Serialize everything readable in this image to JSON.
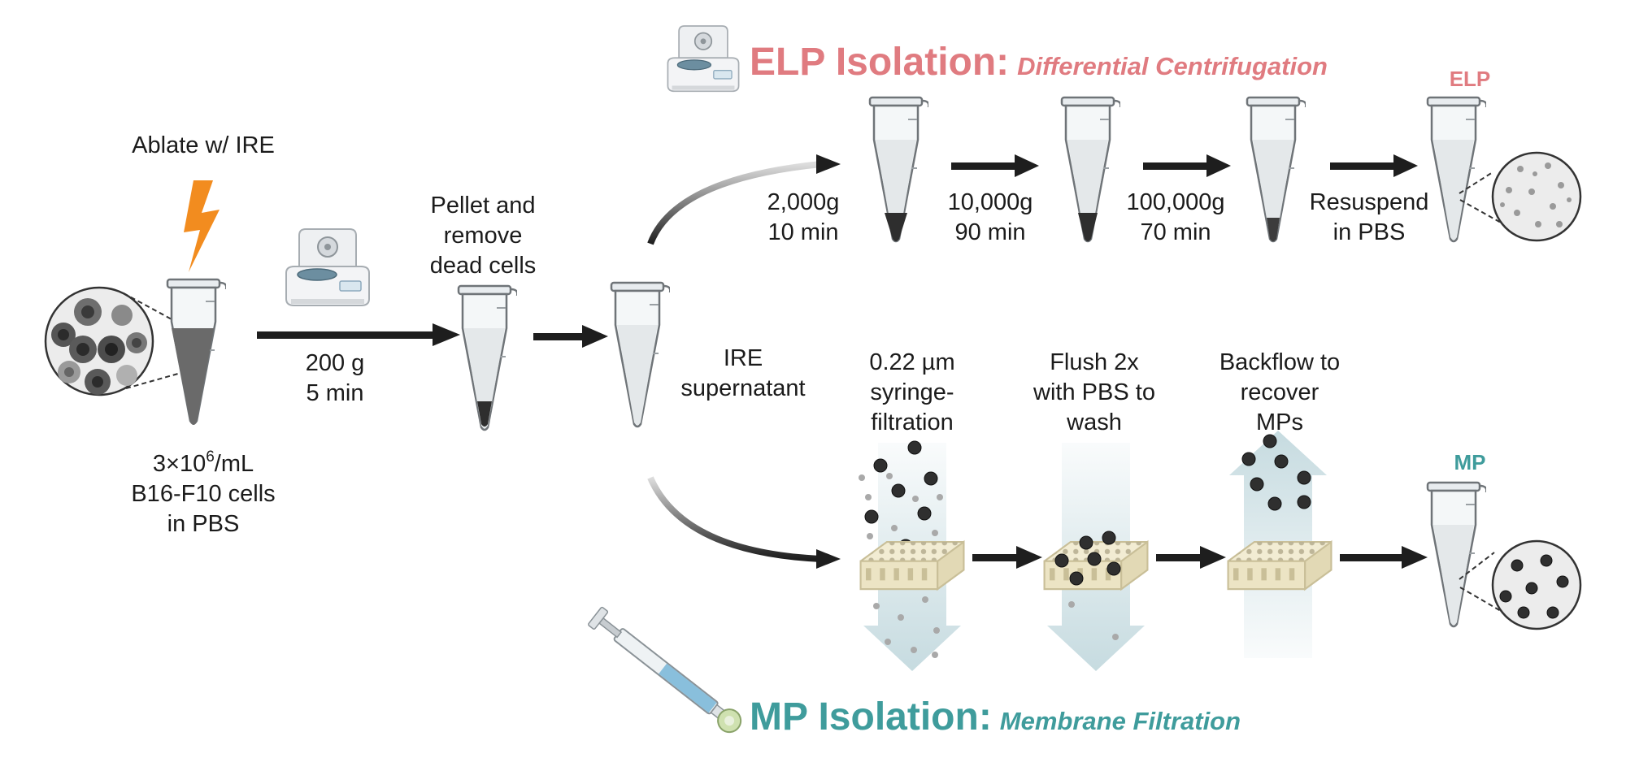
{
  "colors": {
    "elp": "#e07b80",
    "mp": "#3f9c9c",
    "bolt": "#f28c1f",
    "arrow": "#1e1e1e",
    "flow": "#c6dbe0",
    "membrane": "#e9e2c6"
  },
  "icons": [
    "centrifuge-icon",
    "lightning-bolt-icon",
    "syringe-icon",
    "microcentrifuge-tube-icon",
    "filter-membrane-icon"
  ],
  "ablate": {
    "label": "Ablate w/ IRE"
  },
  "start": {
    "line1_pre": "3×10",
    "line1_sup": "6",
    "line1_post": "/mL",
    "line2": "B16-F10 cells",
    "line3": "in PBS"
  },
  "spin1": {
    "line1": "200 g",
    "line2": "5 min"
  },
  "pellet": {
    "line1": "Pellet and",
    "line2": "remove",
    "line3": "dead cells"
  },
  "supernatant": {
    "line1": "IRE",
    "line2": "supernatant"
  },
  "elp": {
    "title": "ELP Isolation:",
    "subtitle": "Differential Centrifugation",
    "tag": "ELP",
    "steps": [
      {
        "line1": "2,000g",
        "line2": "10 min"
      },
      {
        "line1": "10,000g",
        "line2": "90 min"
      },
      {
        "line1": "100,000g",
        "line2": "70 min"
      },
      {
        "line1": "Resuspend",
        "line2": "in PBS"
      }
    ]
  },
  "mp": {
    "title": "MP Isolation:",
    "subtitle": "Membrane Filtration",
    "tag": "MP",
    "steps": [
      {
        "line1": "0.22 µm",
        "line2": "syringe-",
        "line3": "filtration"
      },
      {
        "line1": "Flush 2x",
        "line2": "with PBS to",
        "line3": "wash"
      },
      {
        "line1": "Backflow to",
        "line2": "recover",
        "line3": "MPs"
      }
    ]
  }
}
